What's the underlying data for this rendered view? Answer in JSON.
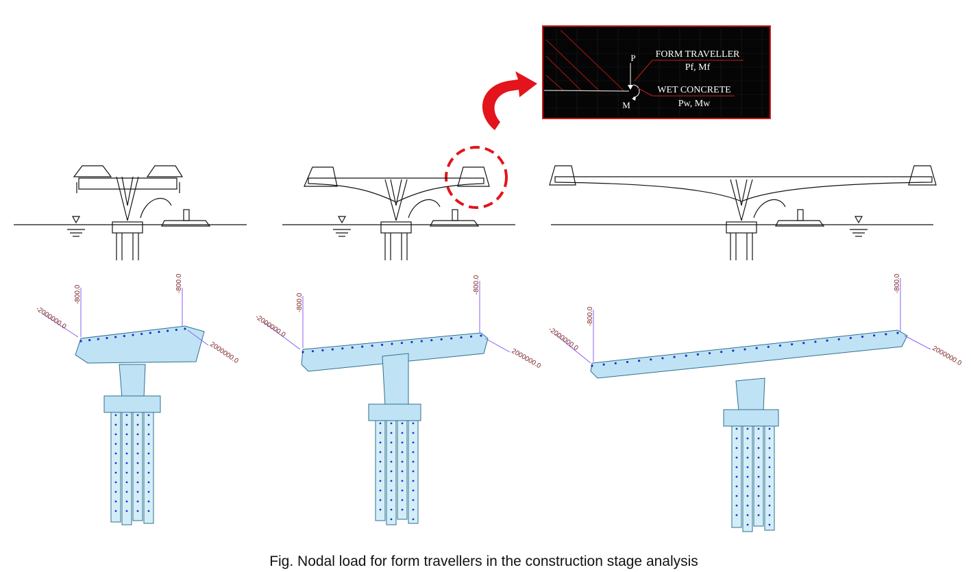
{
  "caption": "Fig. Nodal load for form travellers in the construction stage analysis",
  "detail_box": {
    "form_traveller_label": "FORM TRAVELLER",
    "form_traveller_sub": "Pf, Mf",
    "wet_concrete_label": "WET CONCRETE",
    "wet_concrete_sub": "Pw, Mw",
    "p_label": "P",
    "m_label": "M"
  },
  "colors": {
    "highlight_red": "#e3141b",
    "cad_background": "#050505",
    "model_fill": "#bfe3f4",
    "model_edge": "#2d6f8f",
    "node_dot": "#1f2fd0",
    "load_arrow": "#8a5cf5",
    "load_text": "#7a1f1f"
  },
  "models": [
    {
      "vertical_load_left": "-800.0",
      "vertical_load_right": "-800.0",
      "moment_left": "-2000000.0",
      "moment_right": "2000000.0"
    },
    {
      "vertical_load_left": "-800.0",
      "vertical_load_right": "-800.0",
      "moment_left": "-2000000.0",
      "moment_right": "2000000.0"
    },
    {
      "vertical_load_left": "-800.0",
      "vertical_load_right": "-800.0",
      "moment_left": "-2000000.0",
      "moment_right": "2000000.0"
    }
  ]
}
